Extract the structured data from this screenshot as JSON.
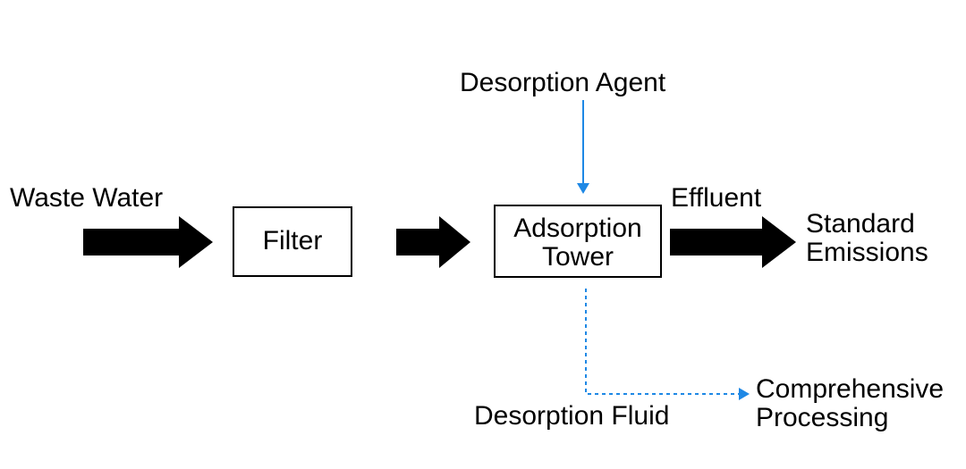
{
  "nodes": {
    "filter": "Filter",
    "adsorption_tower": [
      "Adsorption",
      "Tower"
    ]
  },
  "labels": {
    "waste_water": "Waste Water",
    "desorption_agent": "Desorption Agent",
    "effluent": "Effluent",
    "standard_emissions": [
      "Standard",
      "Emissions"
    ],
    "desorption_fluid": "Desorption Fluid",
    "comprehensive_processing": [
      "Comprehensive",
      "Processing"
    ]
  },
  "colors": {
    "main_flow": "#000000",
    "agent_flow": "#1e88e5",
    "fluid_flow": "#1e88e5"
  }
}
